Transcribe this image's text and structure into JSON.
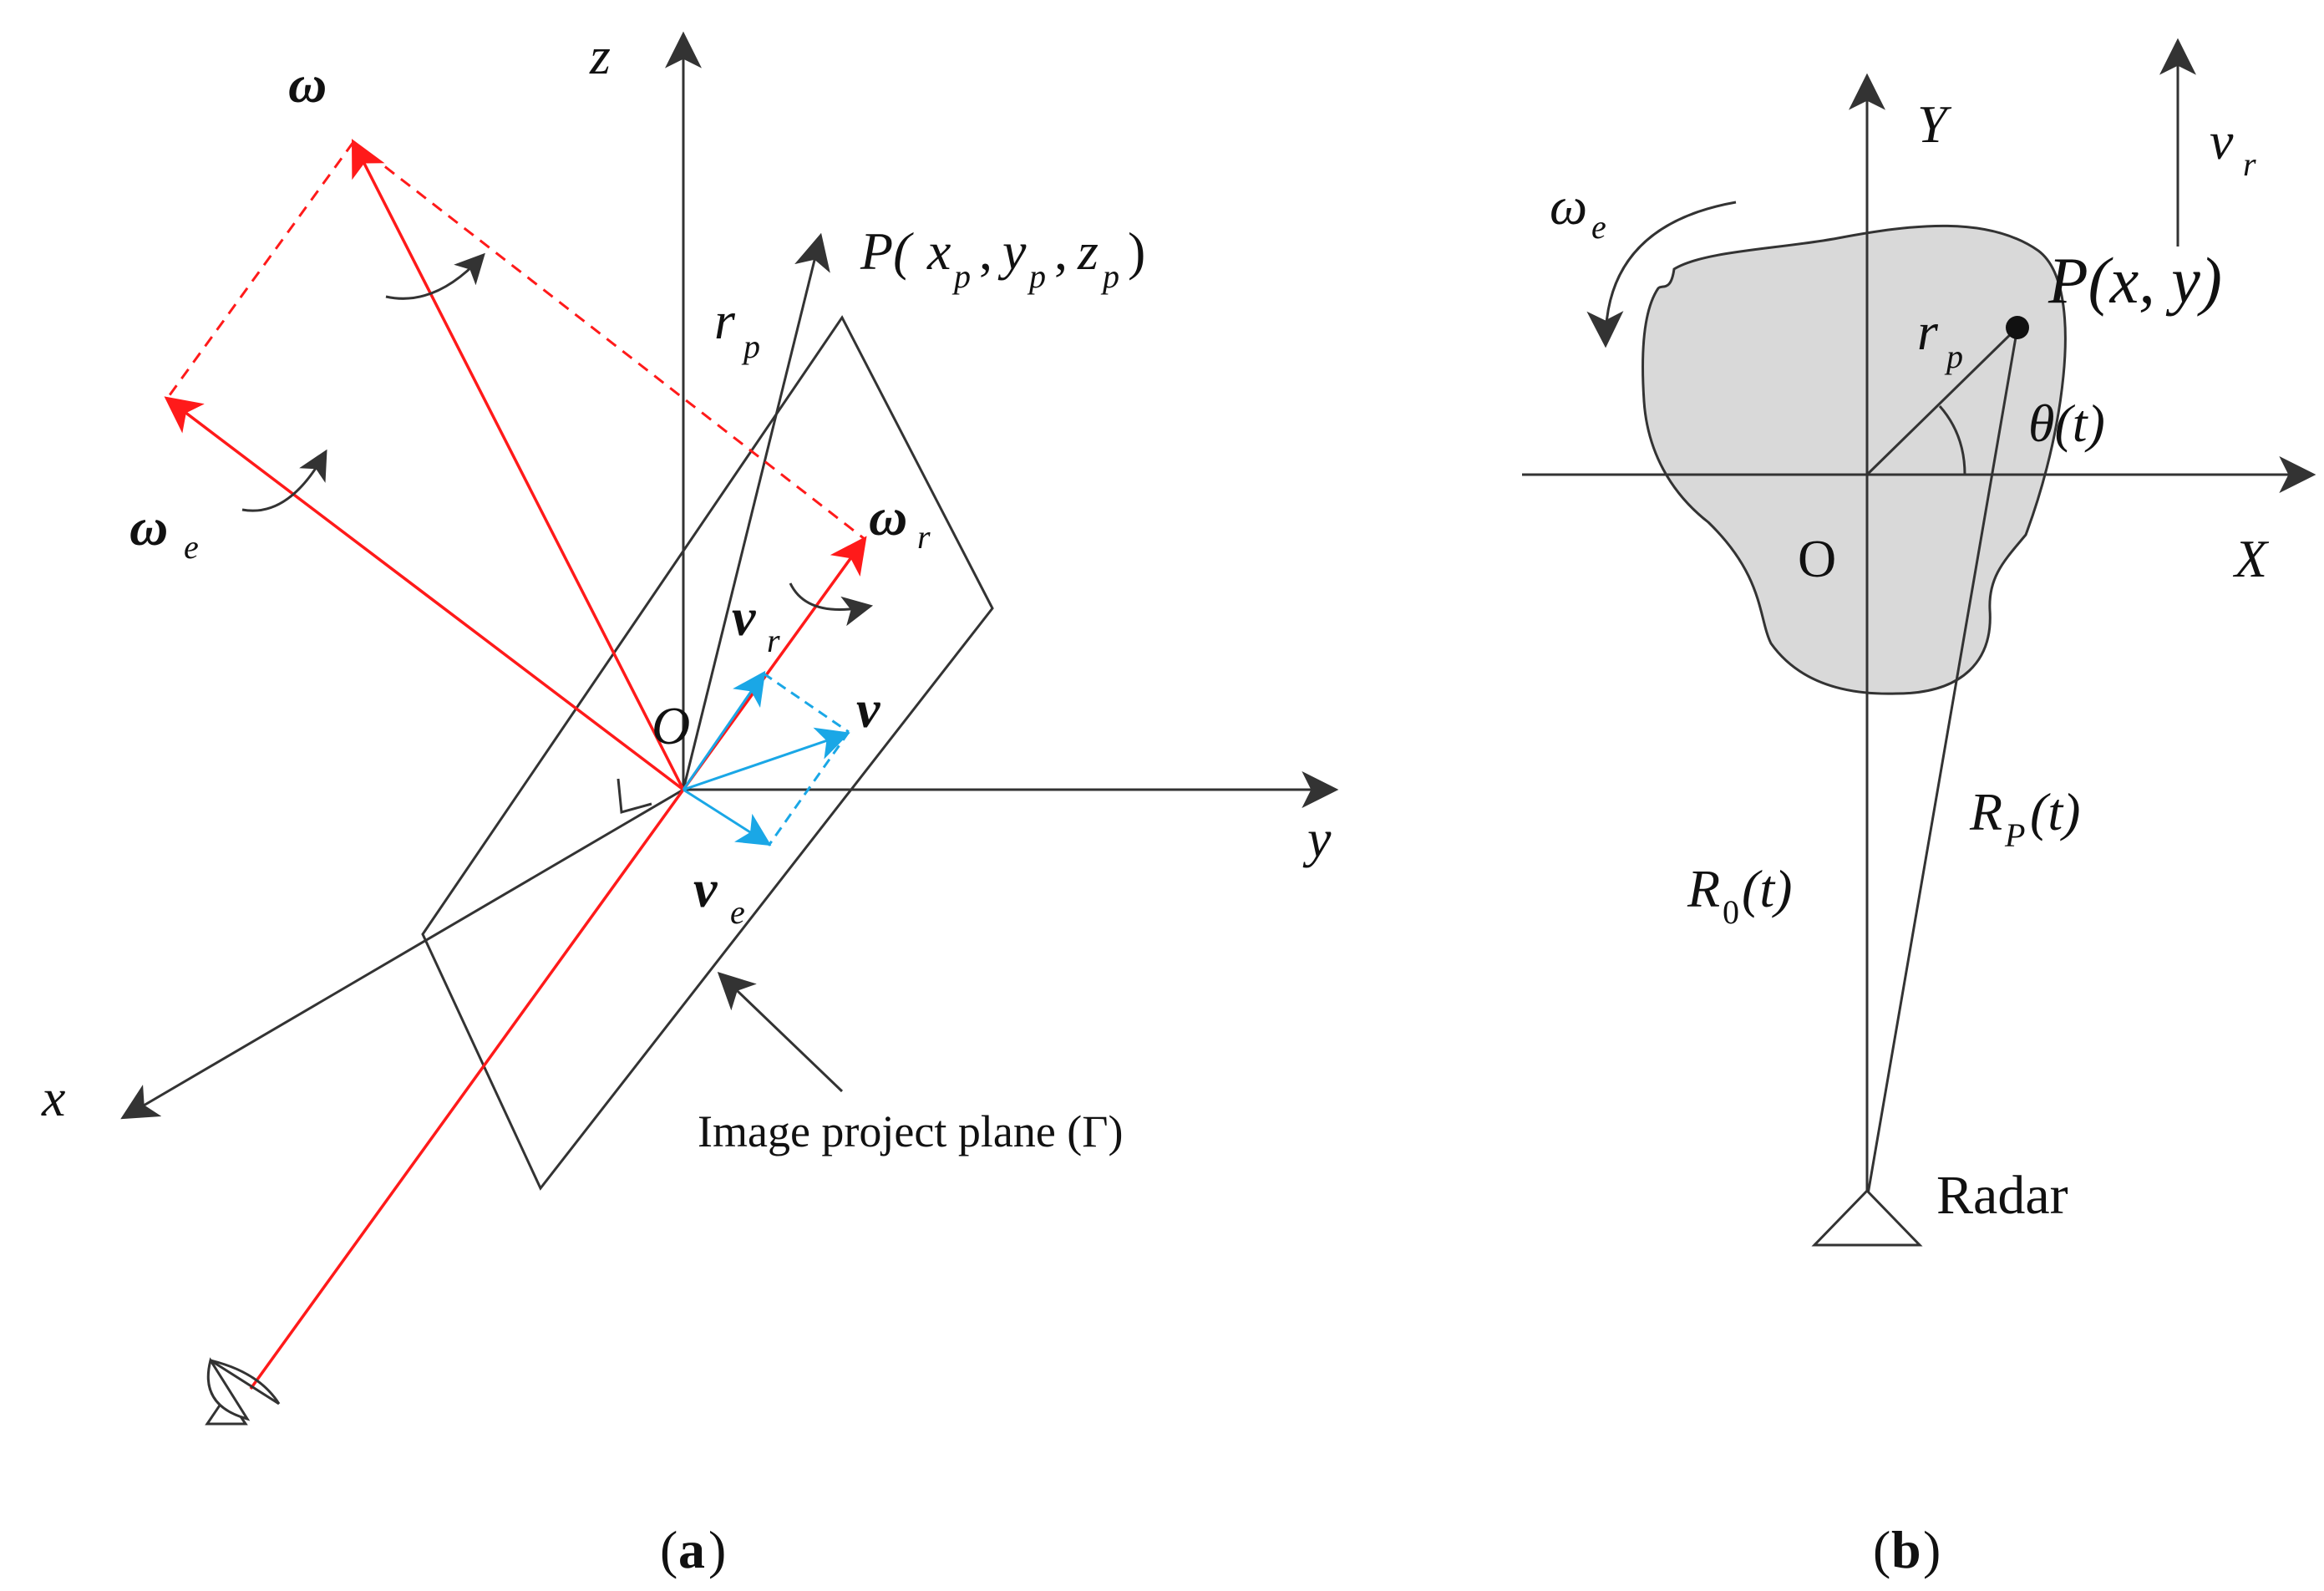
{
  "colors": {
    "axis": "#333333",
    "red": "#ff1a1a",
    "blue": "#1aa7e6",
    "shape_fill": "#d9d9d9"
  },
  "panel_a": {
    "caption_open": "(",
    "caption_letter": "a",
    "caption_close": ")",
    "axis_z": "z",
    "axis_y": "y",
    "axis_x": "x",
    "origin": "O",
    "omega": "ω",
    "omega_e_base": "ω",
    "omega_e_sub": "e",
    "omega_r_base": "ω",
    "omega_r_sub": "r",
    "v": "v",
    "v_r_base": "v",
    "v_r_sub": "r",
    "v_e_base": "v",
    "v_e_sub": "e",
    "r_p_base": "r",
    "r_p_sub": "p",
    "point_P_prefix": "P(",
    "point_x": "x",
    "point_y": "y",
    "point_z": "z",
    "point_sub": "p",
    "comma": ",",
    "close_paren": ")",
    "plane_label": "Image project plane (Γ)"
  },
  "panel_b": {
    "caption_open": "(",
    "caption_letter": "b",
    "caption_close": ")",
    "axis_Y": "Y",
    "axis_X": "X",
    "origin": "O",
    "omega_e_base": "ω",
    "omega_e_sub": "e",
    "v_r_base": "v",
    "v_r_sub": "r",
    "point_label": "P(x, y)",
    "r_p_base": "r",
    "r_p_sub": "p",
    "theta": "θ(t)",
    "R0_base": "R",
    "R0_sub": "0",
    "R0_tail": "(t)",
    "RP_base": "R",
    "RP_sub": "P",
    "RP_tail": "(t)",
    "radar": "Radar"
  }
}
